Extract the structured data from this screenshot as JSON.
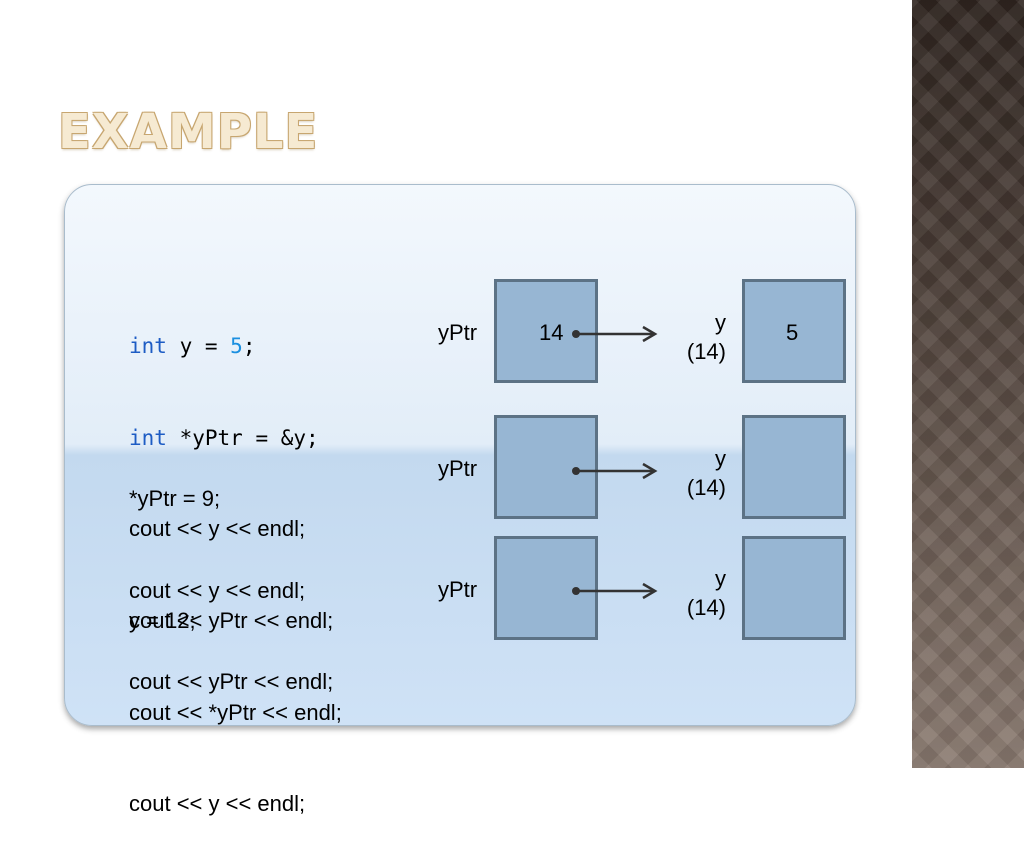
{
  "slide": {
    "title": "Example"
  },
  "code": {
    "block1": [
      {
        "kw": "int",
        "rest_pre": " y = ",
        "num": "5",
        "rest_post": ";"
      },
      {
        "kw": "int",
        "rest_pre": " *yPtr = &y;"
      },
      "cout << y << endl;",
      "cout << yPtr << endl;"
    ],
    "block2": [
      "*yPtr = 9;",
      "cout << y << endl;",
      "cout << yPtr << endl;"
    ],
    "block3": [
      "y = 12;",
      "cout << *yPtr << endl;",
      "cout << y << endl;"
    ]
  },
  "diagram": {
    "rows": [
      {
        "ptr_label": "yPtr",
        "ptr_value": "14",
        "var_name": "y",
        "var_address": "(14)",
        "var_value": "5"
      },
      {
        "ptr_label": "yPtr",
        "ptr_value": "",
        "var_name": "y",
        "var_address": "(14)",
        "var_value": ""
      },
      {
        "ptr_label": "yPtr",
        "ptr_value": "",
        "var_name": "y",
        "var_address": "(14)",
        "var_value": ""
      }
    ]
  },
  "colors": {
    "keyword": "#1d5cc4",
    "number": "#1a8fe0",
    "box_fill": "#97b6d3",
    "box_border": "#5c7285",
    "title": "#f6ead2"
  }
}
